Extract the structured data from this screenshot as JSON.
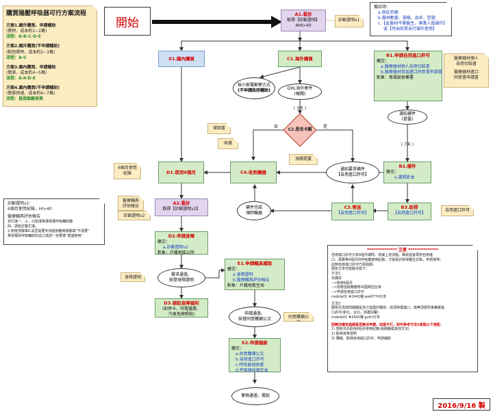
{
  "title": "購買陽壓呼吸器可行方案流程",
  "plans": [
    {
      "name": "方案1.國外購買、申請輔助",
      "detail": "(費時，成本約1~2萬)",
      "flow": "流程：A-B-C-D-E"
    },
    {
      "name": "方案2.國外購買(不申請輔助)",
      "detail": "(較短費時，成本約2~3萬)",
      "flow": "流程：A-C"
    },
    {
      "name": "方案3.國內購買、申請輔助",
      "detail": "(簡單，成本約4~5萬)",
      "flow": "流程：A-X-D-E"
    },
    {
      "name": "方案4.國內購買(不申請輔助)",
      "detail": "(簡單快速，成本約6~7萬)",
      "flow": "流程：直接跟廠商買"
    }
  ],
  "start": "開始",
  "steps": {
    "A1": {
      "title": "A1.看診",
      "body": "取得【診斷證明】",
      "extra": "AHI>40"
    },
    "A1_note": "診斷證明x1",
    "X1": {
      "title": "X1.國內購買"
    },
    "C1": {
      "title": "C1.海外購買"
    },
    "B1": {
      "title": "B1.申請自用進口許可",
      "lines": [
        "繳交：",
        "a.醫療器材個人自用切結書",
        "b.醫療器材貨品進口同意書申請書",
        "對象：衛福部食藥署"
      ]
    },
    "B1_note": [
      "醫療器材個人",
      "自用切結書",
      "",
      "醫療器材進口",
      "同意書申請書"
    ],
    "C1_choose": [
      "採小家電郵寄方式",
      "(不申請政府輔助)"
    ],
    "C1_dhl": [
      "DHL海外寄件",
      "(報關)"
    ],
    "B1_wait": [
      "通知補件",
      "(提要)"
    ],
    "days3": "( 3天 )",
    "days7": "( 7天 )",
    "C2": "C2.是否卡關",
    "no": "否",
    "yes": "是",
    "C2_notes": [
      "保固書",
      "收據"
    ],
    "C4": {
      "title": "C4.收到機器"
    },
    "customs_pass": "海關提要",
    "notify": [
      "通知要求補件",
      "【自用進口許可】"
    ],
    "B2": {
      "title": "B2.補件",
      "lines": [
        "繳交：",
        "a.護照影本"
      ]
    },
    "D1": {
      "title": "D1.使用6個月"
    },
    "D1_note": [
      "6個月使用",
      "紀錄"
    ],
    "device_back": [
      "補件完成",
      "領回機器"
    ],
    "C3": {
      "title": "C3.寄送",
      "sub": "【自用進口許可】"
    },
    "B3": {
      "title": "B3.取得",
      "sub": "【自用進口許可】"
    },
    "B3_note": "自用進口許可",
    "A2": {
      "title": "A2.看診",
      "body": "取得【診斷證明v2】"
    },
    "A2_notes": [
      "醫療輔具",
      "評估報告",
      "診斷證明v2"
    ],
    "diag_v2": {
      "lines": [
        "診斷證明v2：",
        "6個月使用紀錄，HI>40",
        "",
        "醫療輔具評估報告",
        "自行填一、三，只能僅單選擇選呼吸輔助器",
        "四、請結診醫生填。",
        "2.使用頂爆填4.是否需要安排處脫離時間都填“不需要”",
        "果有購買呼吸輔助的話之總請一定要選“建議使用”"
      ]
    },
    "D2": {
      "title": "D2.申請身障",
      "lines": [
        "繳交：",
        "a.診斷證明v2",
        "對象：戶籍地區公所"
      ]
    },
    "D2_note": "身障證明",
    "D2_eval": [
      "需求通過、",
      "核發身障證明"
    ],
    "D3": {
      "title": "D3.領取身障福利",
      "lines": [
        "(如停卡、同電優惠、",
        "汽車免牌照稅)"
      ]
    },
    "E1": {
      "title": "E1.申請輔具補助",
      "lines": [
        "繳交：",
        "a.身障證明",
        "b.醫療輔具評估報告",
        "對象：戶籍地衛生局"
      ]
    },
    "E1_eval": [
      "申請通過、",
      "核發同意購補公文"
    ],
    "E1_note": "同意購補公文",
    "E2": {
      "title": "E2.申請撥款",
      "lines": [
        "繳交：",
        "a.同意購補公文",
        "b.自用進口許可",
        "c.呼吸器保固書",
        "d.呼吸器收據正本"
      ]
    },
    "end": [
      "事物通過，撥款"
    ]
  },
  "explain": {
    "title": "備註明：",
    "lines": [
      "a.病症名稱",
      "b.醫材數量、規格、品名、型號",
      "c.【此醫材不需醫生，專業人員操作】",
      "  或【可由民眾自行操作使用】"
    ]
  },
  "caution": {
    "title": "************** 注意 **************",
    "lines": [
      "自用進口許可只有8個月期限，依據上述流程，購買過後再辦自用進",
      "口，需要等6個月的呼吸器使用紀錄，才能看診取得醫生診斷，申請身障，",
      "此時自用進口許可已經過期。",
      "網友分享可能解法如下：",
      "方法1.",
      "先購買",
      "-->使用6個月",
      "-->捐贈送給機器帶出國寄回台灣",
      "-->申請自用進口許可",
      "mobile01 #2442樓 jeel6774分享",
      "",
      "方法2.",
      "跟衛生局詢問機器是自己從國外購買，與須辦理進口，故無須檢附食藥署進",
      "口許可(新北，台北，高雄回覆)",
      "mobile01 #2442樓 gollri分享"
    ],
    "red_title": "因無法確定過期是否無法申請，如是不行，則可參考方法1或是以下流程：",
    "suggest": [
      "1) 想辦法先取得6個月使用紀錄(租機器或其他方法)",
      "2) 取得身障證明",
      "3) 購機，取得自用進口許可，申請補助"
    ]
  },
  "date": "2016/9/16 製"
}
